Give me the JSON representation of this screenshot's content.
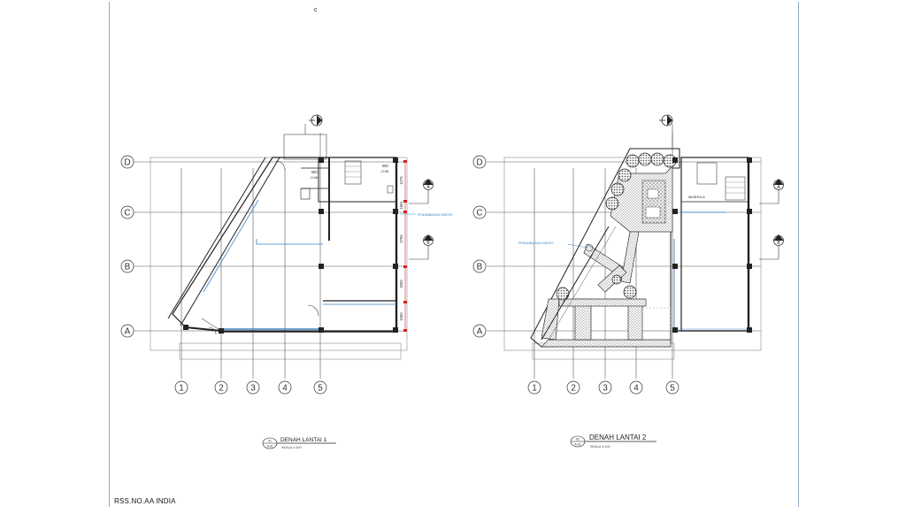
{
  "sheet": {
    "top_mark": "c",
    "footer_text": "RSS.NO.AA INDIA"
  },
  "grid": {
    "rows": [
      "A",
      "B",
      "C",
      "D"
    ],
    "columns": [
      "1",
      "2",
      "3",
      "4",
      "5"
    ],
    "section_marks": [
      "A",
      "B"
    ]
  },
  "plan1": {
    "title": "DENAH LANTAI 1",
    "scale": "SKALA 1:100",
    "tag_top": "01",
    "tag_bottom": "A-01",
    "room_wc": "WC",
    "room_wc_level": "-0.06",
    "room_wc2": "WC",
    "room_wc2_level": "-0.06",
    "callout": "PENAMBAHAN INDEKS",
    "dims": [
      "1275",
      "1901",
      "2794",
      "2000",
      "1000"
    ]
  },
  "plan2": {
    "title": "DENAH LANTAI 2",
    "scale": "SKALA 1:100",
    "tag_top": "02",
    "tag_bottom": "A-01",
    "room": "MUSHOLA",
    "callout": "PENAMBAHAN INDEKS"
  },
  "colors": {
    "line": "#2a2a2a",
    "grid_line": "#555555",
    "accent_blue": "#3a86c8",
    "dim_red": "#d42020",
    "hatch": "#9a9a9a"
  }
}
